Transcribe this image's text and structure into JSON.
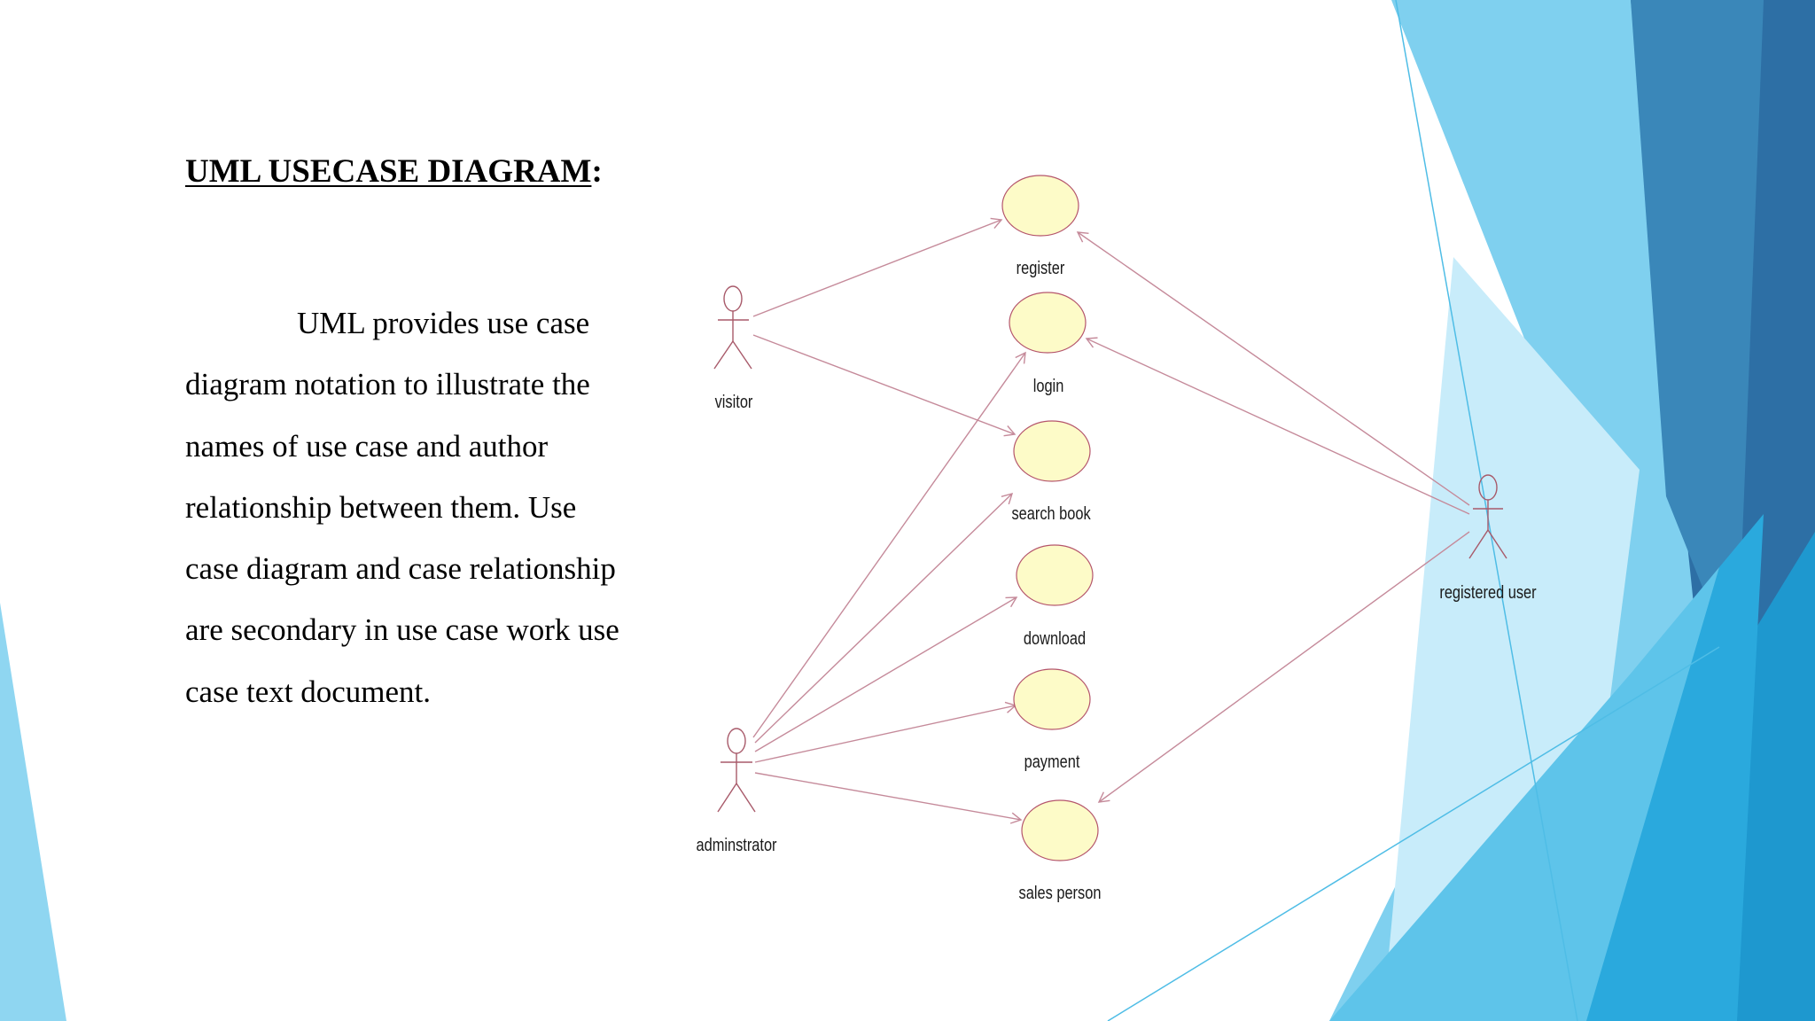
{
  "slide": {
    "title": "UML USECASE DIAGRAM",
    "title_suffix": ":",
    "body_lines": [
      "UML provides use case",
      "diagram notation to illustrate the",
      "names of use case and author",
      "relationship between them. Use",
      "case diagram and case relationship",
      "are secondary in use case work use",
      "case text document."
    ]
  },
  "diagram": {
    "actors": [
      {
        "id": "visitor",
        "label": "visitor"
      },
      {
        "id": "adminstrator",
        "label": "adminstrator"
      },
      {
        "id": "registered_user",
        "label": "registered user"
      }
    ],
    "use_cases": [
      {
        "id": "register",
        "label": "register"
      },
      {
        "id": "login",
        "label": "login"
      },
      {
        "id": "search_book",
        "label": "search book"
      },
      {
        "id": "download",
        "label": "download"
      },
      {
        "id": "payment",
        "label": "payment"
      },
      {
        "id": "sales_person",
        "label": "sales person"
      }
    ],
    "associations": [
      {
        "from": "visitor",
        "to": "register"
      },
      {
        "from": "visitor",
        "to": "search_book"
      },
      {
        "from": "registered_user",
        "to": "register"
      },
      {
        "from": "registered_user",
        "to": "login"
      },
      {
        "from": "registered_user",
        "to": "sales_person"
      },
      {
        "from": "adminstrator",
        "to": "login"
      },
      {
        "from": "adminstrator",
        "to": "search_book"
      },
      {
        "from": "adminstrator",
        "to": "download"
      },
      {
        "from": "adminstrator",
        "to": "payment"
      },
      {
        "from": "adminstrator",
        "to": "sales_person"
      }
    ],
    "colors": {
      "ellipse_fill": "#fdfbc8",
      "ellipse_stroke": "#b5566c",
      "line": "#c58a9a",
      "actor": "#a85a6a"
    }
  },
  "theme": {
    "accent_light": "#85d4ee",
    "accent_mid": "#2fb5e3",
    "accent_dark": "#2a6ea4"
  }
}
